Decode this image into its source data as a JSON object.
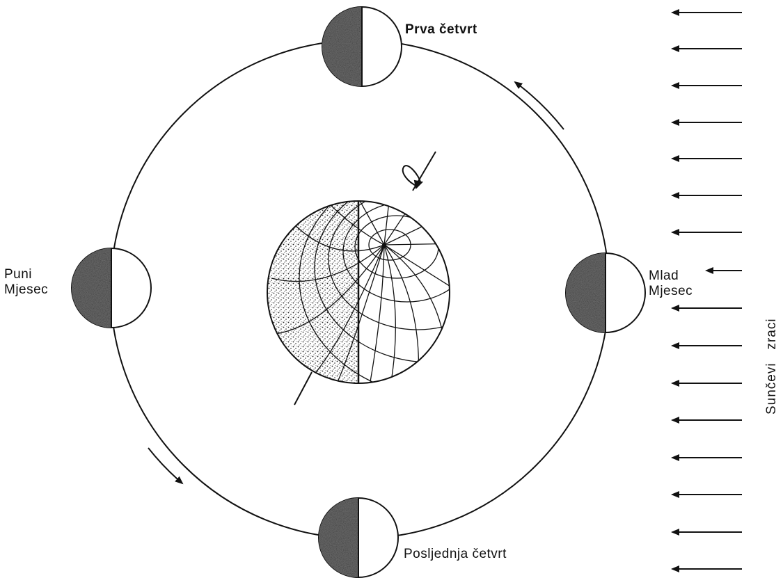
{
  "labels": {
    "first_quarter": "Prva četvrt",
    "full_moon_line1": "Puni",
    "full_moon_line2": "Mjesec",
    "new_moon_line1": "Mlad",
    "new_moon_line2": "Mjesec",
    "last_quarter": "Posljednja četvrt",
    "sun_rays": "Sunčevi   zraci"
  },
  "colors": {
    "line": "#111111",
    "shade": "#6e6e6e",
    "background": "#ffffff"
  }
}
